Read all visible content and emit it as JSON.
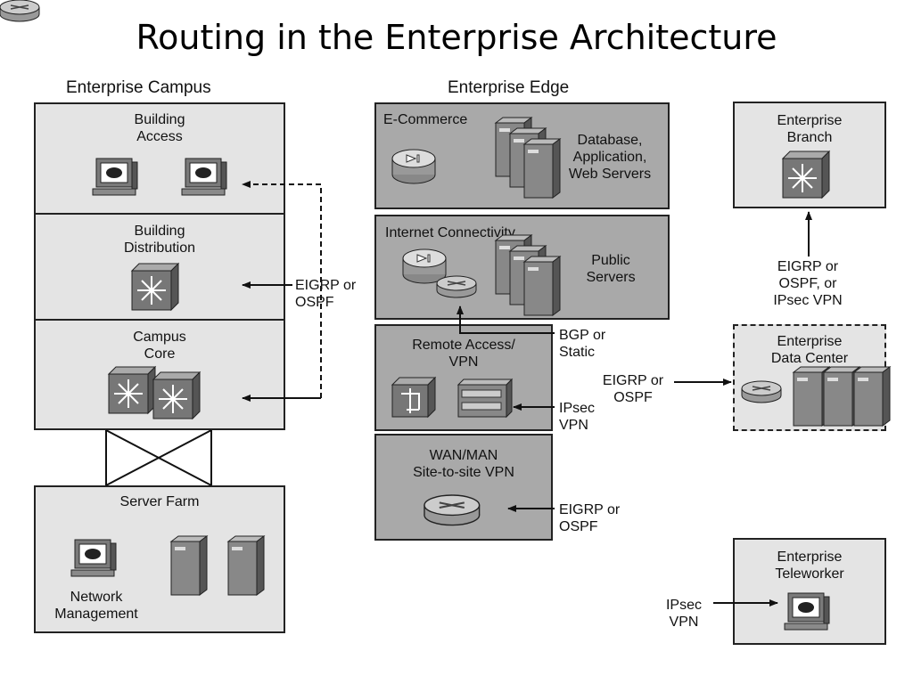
{
  "title": "Routing in the Enterprise Architecture",
  "sections": {
    "campus": "Enterprise Campus",
    "edge": "Enterprise Edge"
  },
  "campus": {
    "building_access": [
      "Building",
      "Access"
    ],
    "building_distribution": [
      "Building",
      "Distribution"
    ],
    "campus_core": [
      "Campus",
      "Core"
    ],
    "server_farm": "Server Farm",
    "network_management": [
      "Network",
      "Management"
    ],
    "protocol_label": [
      "EIGRP or",
      "OSPF"
    ]
  },
  "edge": {
    "ecommerce": "E-Commerce",
    "ecommerce_servers": [
      "Database,",
      "Application,",
      "Web Servers"
    ],
    "internet_connectivity": "Internet Connectivity",
    "public_servers": [
      "Public",
      "Servers"
    ],
    "bgp_label": [
      "BGP or",
      "Static"
    ],
    "remote_access": [
      "Remote Access/",
      "VPN"
    ],
    "ipsec_label": [
      "IPsec",
      "VPN"
    ],
    "wan_man": [
      "WAN/MAN",
      "Site-to-site VPN"
    ],
    "wan_protocol": [
      "EIGRP or",
      "OSPF"
    ]
  },
  "remote": {
    "branch": [
      "Enterprise",
      "Branch"
    ],
    "branch_protocol": [
      "EIGRP or",
      "OSPF, or",
      "IPsec VPN"
    ],
    "data_center": [
      "Enterprise",
      "Data Center"
    ],
    "dc_protocol": [
      "EIGRP or",
      "OSPF"
    ],
    "teleworker": [
      "Enterprise",
      "Teleworker"
    ],
    "teleworker_protocol": [
      "IPsec",
      "VPN"
    ]
  },
  "icons": [
    "workstation-icon",
    "multilayer-switch-icon",
    "server-icon",
    "router-icon",
    "content-engine-icon",
    "vpn-concentrator-icon",
    "pix-firewall-icon"
  ]
}
